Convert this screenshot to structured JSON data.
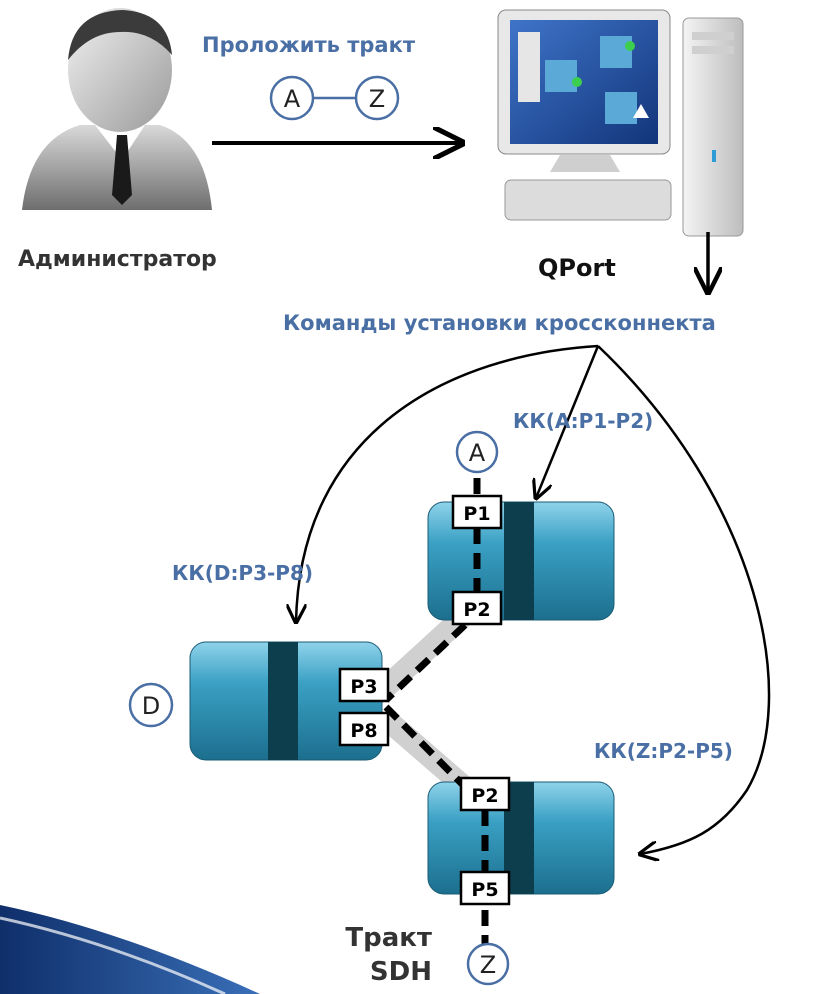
{
  "header": {
    "action_label": "Проложить тракт",
    "endpoint_a": "A",
    "endpoint_z": "Z"
  },
  "actors": {
    "admin_label": "Администратор",
    "system_label": "QPort"
  },
  "commands": {
    "title": "Команды установки кроссконнекта",
    "cmd_a": "КК(A:P1-P2)",
    "cmd_d": "КК(D:P3-P8)",
    "cmd_z": "КК(Z:P2-P5)"
  },
  "nodes": {
    "node_a": {
      "label": "A",
      "ports": [
        "P1",
        "P2"
      ]
    },
    "node_d": {
      "label": "D",
      "ports": [
        "P3",
        "P8"
      ]
    },
    "node_z": {
      "label": "Z",
      "ports": [
        "P2",
        "P5"
      ]
    }
  },
  "footer": {
    "path_label_line1": "Тракт",
    "path_label_line2": "SDH"
  },
  "colors": {
    "accent_text": "#4A6FA5",
    "node_fill": "#2E8FB0",
    "node_dark": "#0C3E4E"
  }
}
